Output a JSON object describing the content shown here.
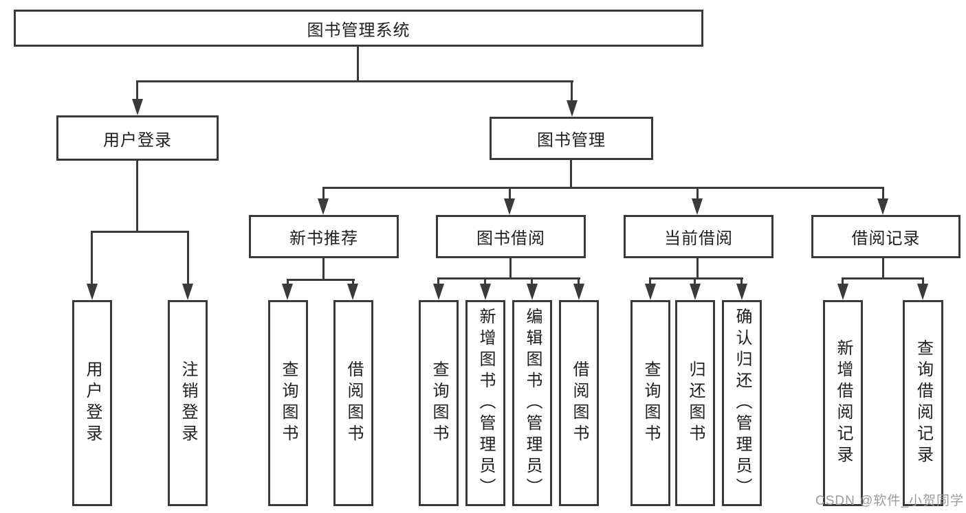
{
  "diagram": {
    "type": "hierarchy",
    "background_color": "#ffffff",
    "line_color": "#3a3a3a",
    "text_color": "#1f1f1f"
  },
  "tree": {
    "label": "图书管理系统",
    "children": [
      {
        "label": "用户登录",
        "children": [
          {
            "label": "用户登录"
          },
          {
            "label": "注销登录"
          }
        ]
      },
      {
        "label": "图书管理",
        "children": [
          {
            "label": "新书推荐",
            "children": [
              {
                "label": "查询图书"
              },
              {
                "label": "借阅图书"
              }
            ]
          },
          {
            "label": "图书借阅",
            "children": [
              {
                "label": "查询图书"
              },
              {
                "label": "新增图书（管理员）"
              },
              {
                "label": "编辑图书（管理员）"
              },
              {
                "label": "借阅图书"
              }
            ]
          },
          {
            "label": "当前借阅",
            "children": [
              {
                "label": "查询图书"
              },
              {
                "label": "归还图书"
              },
              {
                "label": "确认归还（管理员）"
              }
            ]
          },
          {
            "label": "借阅记录",
            "children": [
              {
                "label": "新增借阅记录"
              },
              {
                "label": "查询借阅记录"
              }
            ]
          }
        ]
      }
    ]
  },
  "watermark": {
    "text": "CSDN @软件_小贺同学",
    "color": "#9c9c9c"
  }
}
